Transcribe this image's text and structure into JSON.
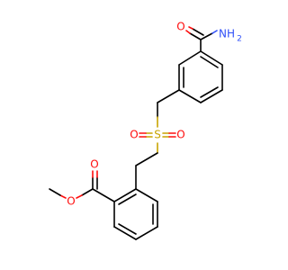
{
  "colors": {
    "bond": "#000000",
    "oxygen": "#ff0d0d",
    "sulfur": "#c8a400",
    "nitrogen": "#3050f8"
  },
  "atoms": {
    "amide_n": "NH",
    "amide_n_h_count": "2",
    "amide_o": "O",
    "sulfonyl_s": "S",
    "sulfonyl_o_left": "O",
    "sulfonyl_o_right": "O",
    "ester_o_carbonyl": "O",
    "ester_o_single": "O"
  }
}
